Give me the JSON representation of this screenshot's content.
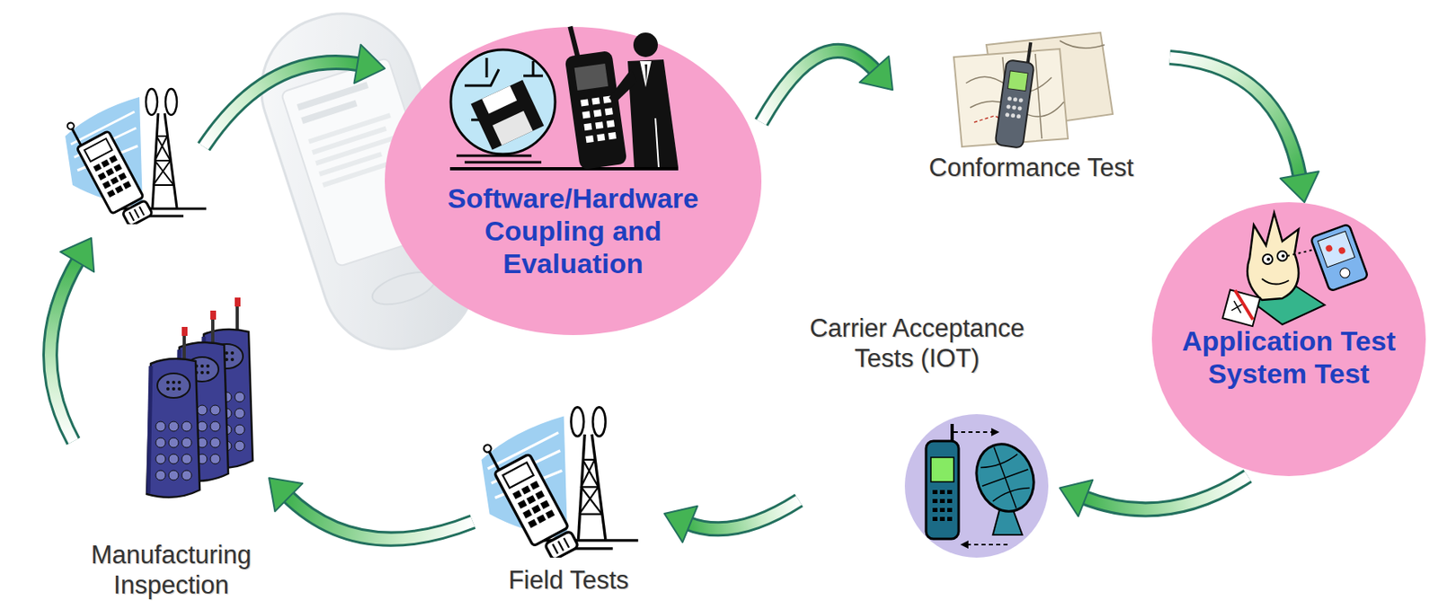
{
  "diagram": {
    "nodes": [
      {
        "text": [
          "Software/Hardware Coupling and Evaluation"
        ]
      },
      {
        "text": [
          "Conformance Test"
        ]
      },
      {
        "text": [
          "Application Test System Test"
        ]
      },
      {
        "text": [
          "Carrier Acceptance Tests (IOT)"
        ]
      },
      {
        "text": [
          "Field Tests"
        ]
      },
      {
        "text": [
          "Manufacturing Inspection"
        ]
      }
    ],
    "edges": [
      {
        "from": 0,
        "to": 1,
        "arrow": "to"
      },
      {
        "from": 1,
        "to": 2,
        "arrow": "to"
      },
      {
        "from": 2,
        "to": 3,
        "arrow": "to"
      },
      {
        "from": 3,
        "to": 4,
        "arrow": "to"
      },
      {
        "from": 4,
        "to": 5,
        "arrow": "to"
      },
      {
        "from": 5,
        "to": 0,
        "arrow": "to"
      }
    ]
  }
}
